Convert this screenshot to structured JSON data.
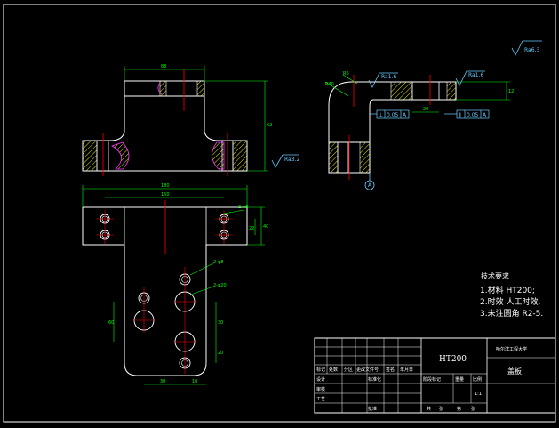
{
  "dimensions": {
    "top_width": "88",
    "height_right": "62",
    "plan_width": "180",
    "plan_inner": "150",
    "plan_height_r1": "22",
    "plan_height_r2": "40",
    "hole_small": "2-φ8",
    "hole_large": "2-φ20",
    "bottom_left": "30",
    "bottom_mid": "10",
    "bottom_v1": "60",
    "bottom_v2": "30",
    "bottom_v3": "20",
    "side_r1": "R6",
    "side_r2": "R40",
    "side_w1": "20",
    "side_v1": "12",
    "side_center": "A"
  },
  "tolerances": {
    "frame1_sym": "⊥",
    "frame1_val": "0.05",
    "frame1_ref": "A",
    "frame2_sym": "∥",
    "frame2_val": "0.05",
    "frame2_ref": "A"
  },
  "roughness": {
    "top_right": "Ra6.3",
    "side_top": "Ra1.6",
    "side_right": "Ra1.6",
    "front_right": "Ra3.2"
  },
  "notes": {
    "heading": "技术要求",
    "item1": "1.材料 HT200;",
    "item2": "2.时效 人工时效.",
    "item3": "3.未注圆角 R2-5."
  },
  "title_block": {
    "material": "HT200",
    "school": "哈尔滨工程大学",
    "part_name": "盖板",
    "col_mark": "标记",
    "col_count": "处数",
    "col_zone": "分区",
    "col_doc": "更改文件号",
    "col_sign": "签名",
    "col_date": "年月日",
    "row_design": "设计",
    "row_std": "标准化",
    "row_check": "审核",
    "row_process": "工艺",
    "row_approve": "批准",
    "stage_label": "阶段标记",
    "weight_label": "重量",
    "scale_label": "比例",
    "scale_value": "1:1",
    "sheets_total": "共",
    "sheets_this": "张",
    "sheet_no": "第",
    "sheet_unit": "张"
  }
}
